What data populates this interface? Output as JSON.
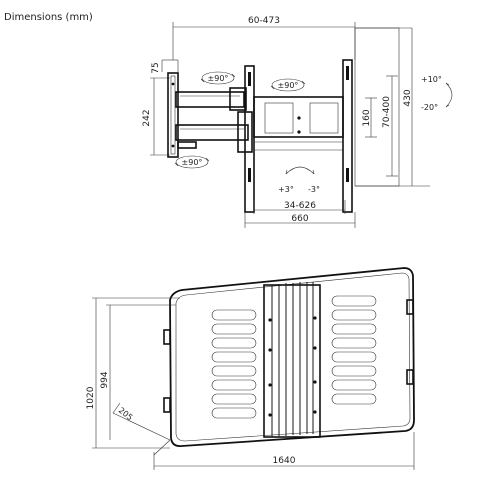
{
  "title": "Dimensions (mm)",
  "mount_view": {
    "dim_width_range": "60-473",
    "dim_left_depth": "75",
    "dim_arm_height": "242",
    "dim_plate_height": "160",
    "dim_vesa_vertical": "70-400",
    "dim_total_height": "430",
    "dim_vesa_horizontal": "34-626",
    "dim_total_width": "660",
    "swivel_left_top": "±90°",
    "swivel_right_top": "±90°",
    "swivel_bottom": "±90°",
    "tilt_up": "+10°",
    "tilt_down": "-20°",
    "level_plus": "+3°",
    "level_minus": "-3°"
  },
  "packaging_view": {
    "dim_height_outer": "1020",
    "dim_height_inner": "994",
    "dim_depth": "205",
    "dim_width": "1640"
  }
}
